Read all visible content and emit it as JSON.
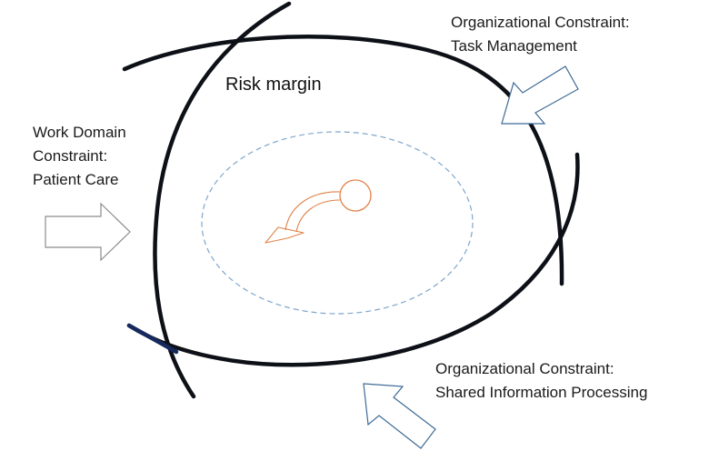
{
  "labels": {
    "risk_margin": "Risk margin",
    "work_domain": {
      "line1": "Work Domain",
      "line2": "Constraint:",
      "line3": "Patient Care"
    },
    "task_management": {
      "line1": "Organizational Constraint:",
      "line2": "Task Management"
    },
    "shared_info": {
      "line1": "Organizational Constraint:",
      "line2": "Shared Information Processing"
    }
  },
  "colors": {
    "boundary": "#0d1117",
    "boundary_accent": "#15295e",
    "risk_margin_ellipse": "#7fa6cc",
    "operating_point": "#e0834a",
    "arrow_outline_gray": "#8c8c8c",
    "arrow_outline_blue": "#3e6b96"
  }
}
